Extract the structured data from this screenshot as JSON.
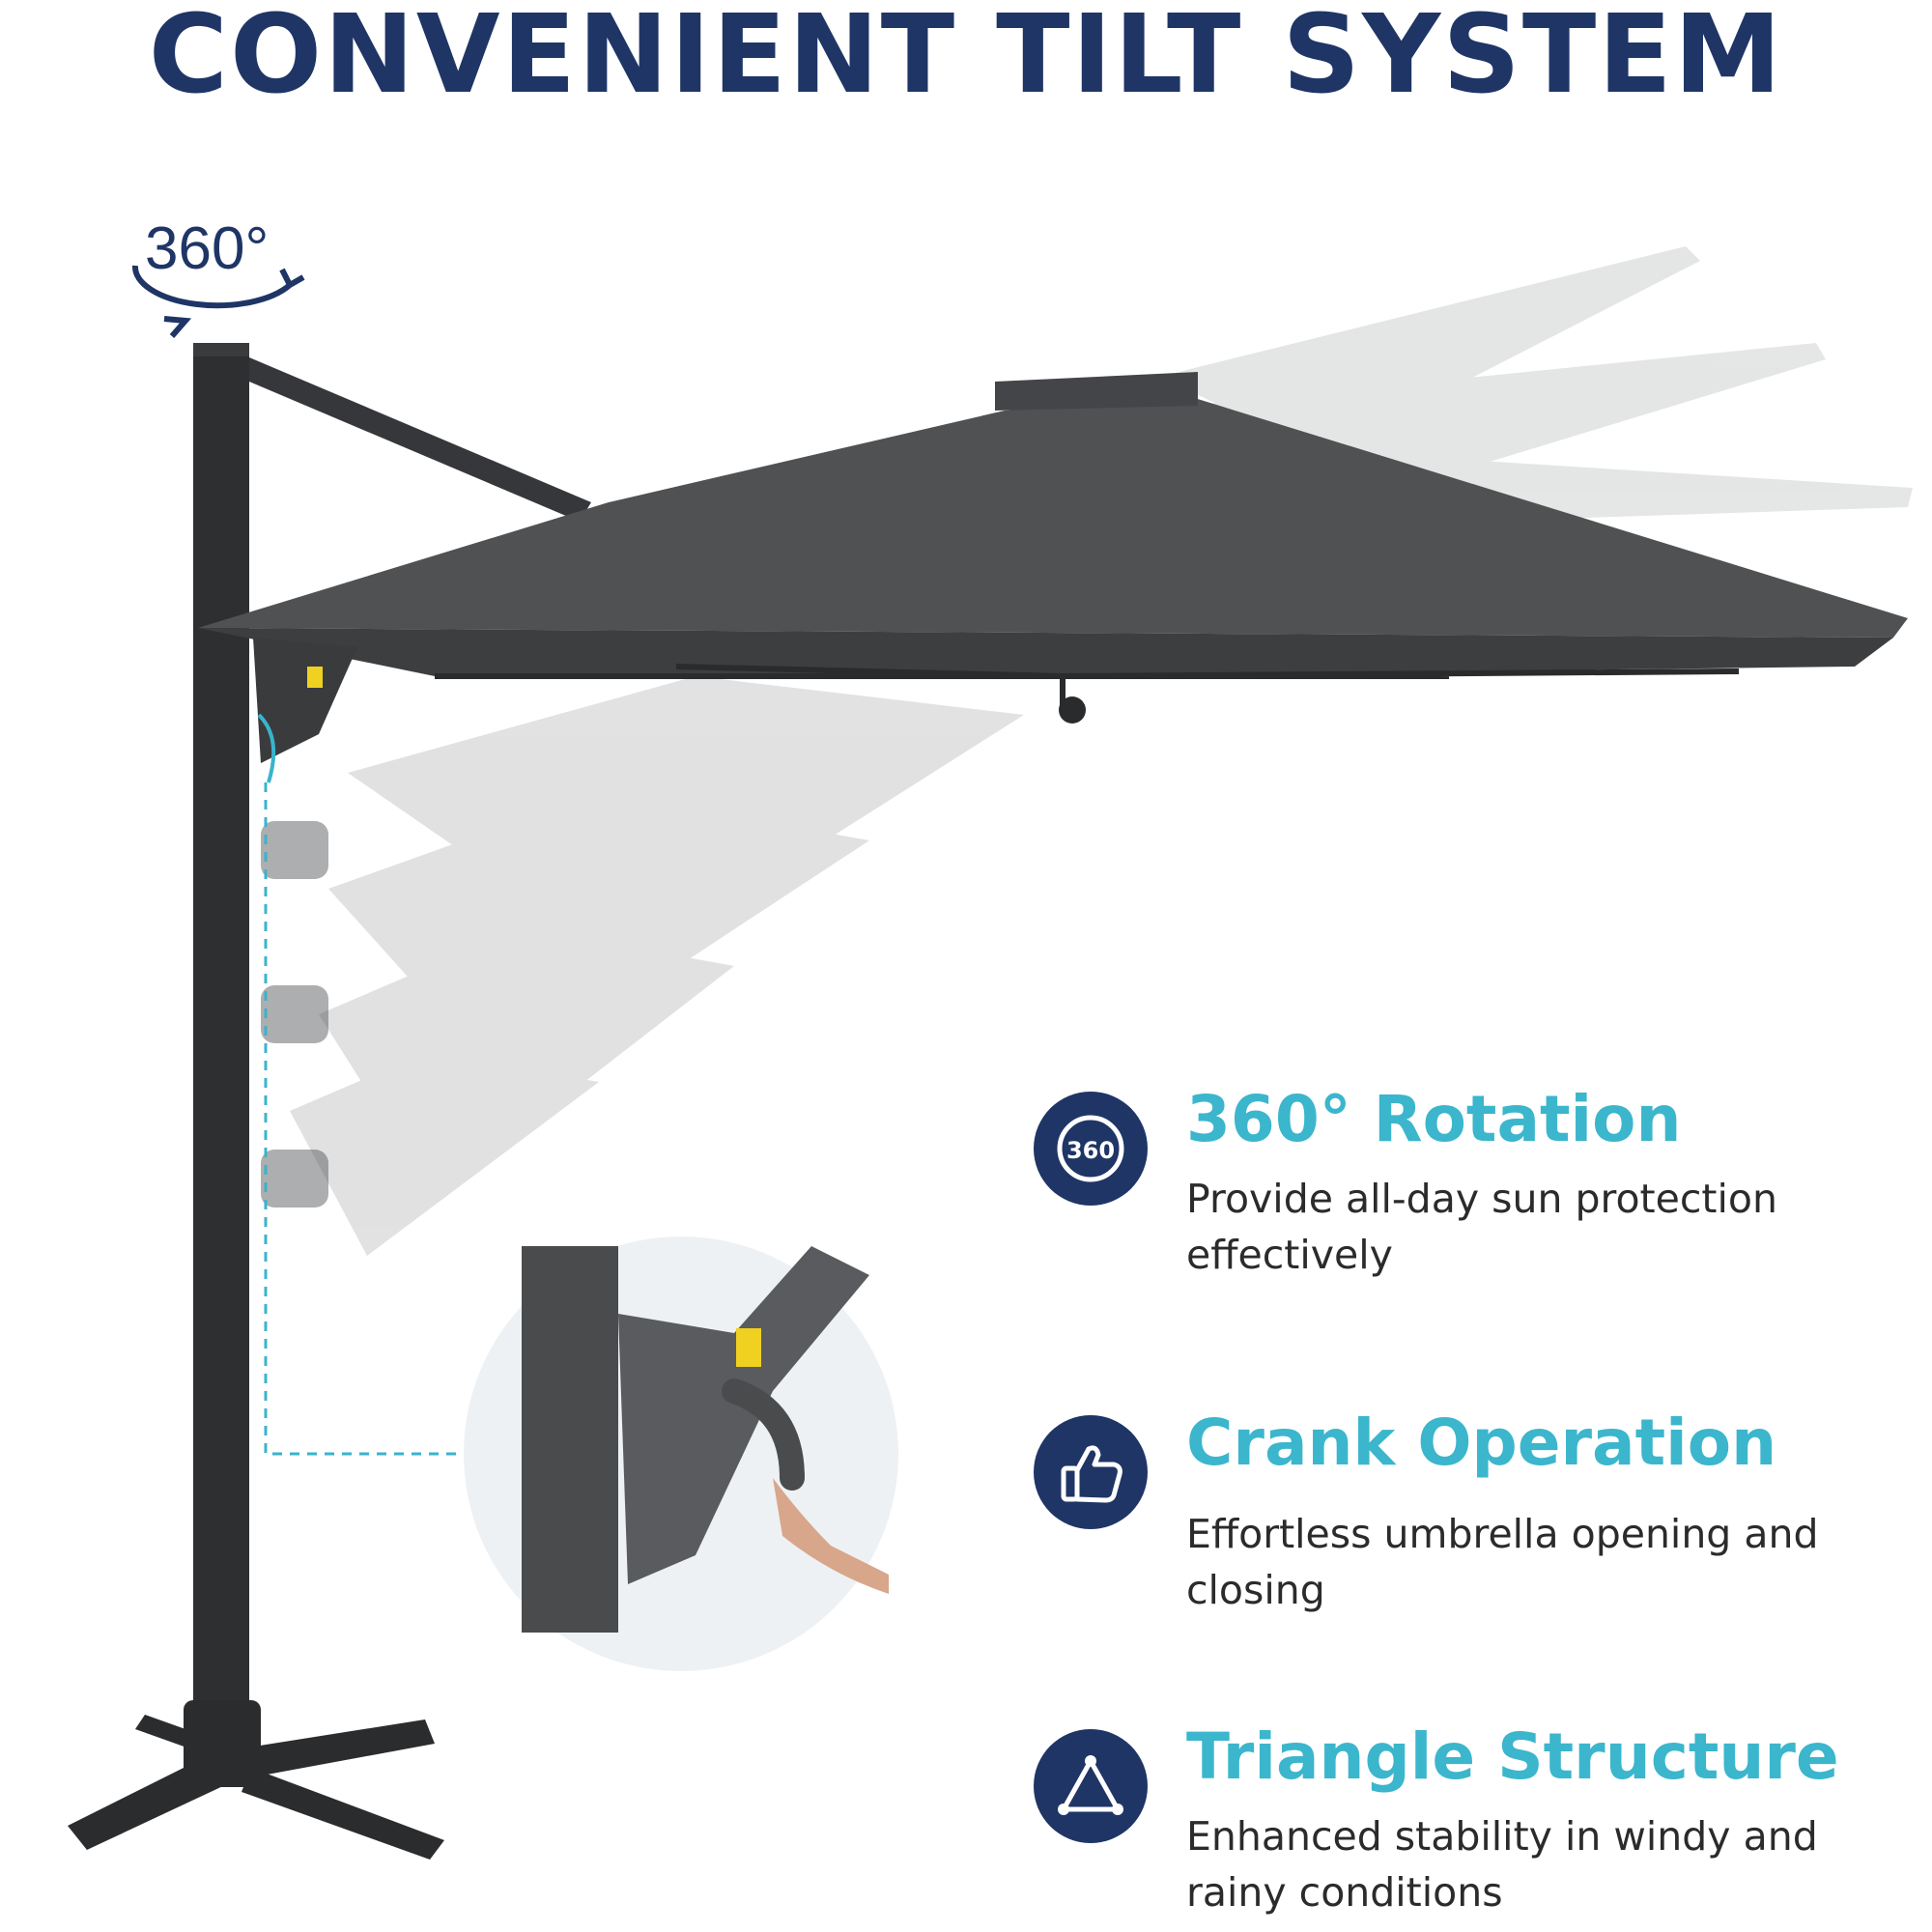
{
  "title": "CONVENIENT TILT SYSTEM",
  "rotation_badge": "360°",
  "features": [
    {
      "icon": "rotation-360-icon",
      "title": "360° Rotation",
      "description": "Provide all-day sun protection effectively",
      "badge_text": "360"
    },
    {
      "icon": "thumbs-up-icon",
      "title": "Crank Operation",
      "description": "Effortless umbrella opening and closing"
    },
    {
      "icon": "triangle-icon",
      "title": "Triangle Structure",
      "description": "Enhanced stability in windy and rainy conditions"
    }
  ],
  "colors": {
    "title": "#1f3566",
    "accent": "#3bb6cc",
    "canopy": "#505153",
    "pole": "#2e2f31"
  }
}
